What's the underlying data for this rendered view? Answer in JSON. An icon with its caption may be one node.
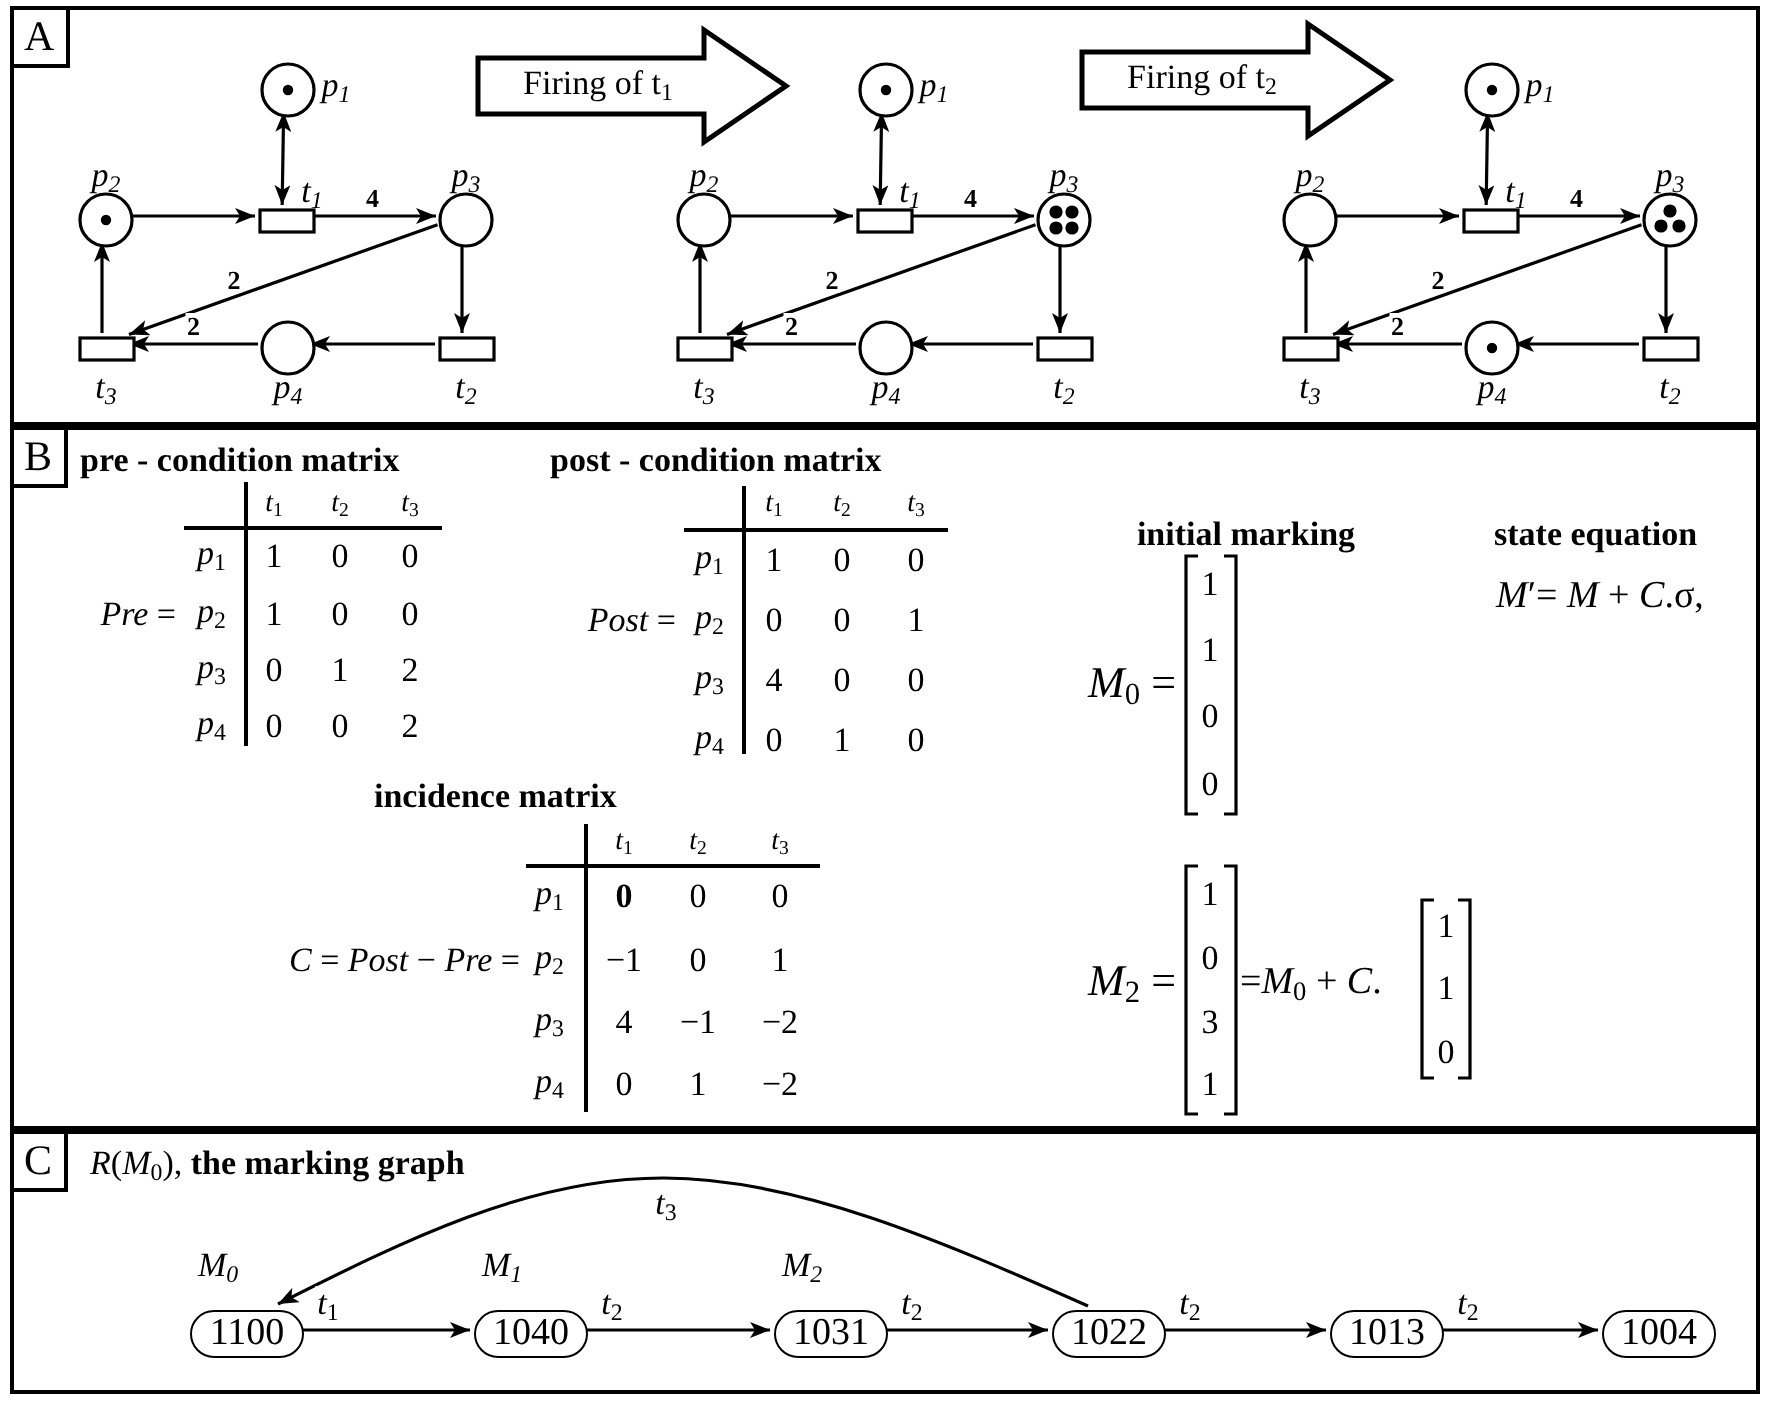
{
  "diagram": {
    "nodes": [
      {
        "text": [
          "A"
        ]
      },
      {
        "text": [
          "*p*$_{1}$"
        ],
        "in": 0
      },
      {
        "text": [
          "*p*$_{2}$"
        ],
        "in": 0
      },
      {
        "text": [
          "*t*$_{1}$"
        ],
        "in": 0
      },
      {
        "text": [
          "*p*$_{3}$"
        ],
        "in": 0
      },
      {
        "text": [
          "*t*$_{3}$"
        ],
        "in": 0
      },
      {
        "text": [
          "*p*$_{4}$"
        ],
        "in": 0
      },
      {
        "text": [
          "*t*$_{2}$"
        ],
        "in": 0
      },
      {
        "text": [
          "Firing of t$_{1}$"
        ],
        "in": 0
      },
      {
        "text": [
          "*p*$_{1}$"
        ],
        "in": 0
      },
      {
        "text": [
          "*p*$_{2}$"
        ],
        "in": 0
      },
      {
        "text": [
          "*t*$_{1}$"
        ],
        "in": 0
      },
      {
        "text": [
          "*p*$_{3}$"
        ],
        "in": 0
      },
      {
        "text": [
          "*t*$_{3}$"
        ],
        "in": 0
      },
      {
        "text": [
          "*p*$_{4}$"
        ],
        "in": 0
      },
      {
        "text": [
          "*t*$_{2}$"
        ],
        "in": 0
      },
      {
        "text": [
          "Firing of t$_{2}$"
        ],
        "in": 0
      },
      {
        "text": [
          "*p*$_{1}$"
        ],
        "in": 0
      },
      {
        "text": [
          "*p*$_{2}$"
        ],
        "in": 0
      },
      {
        "text": [
          "*t*$_{1}$"
        ],
        "in": 0
      },
      {
        "text": [
          "*p*$_{3}$"
        ],
        "in": 0
      },
      {
        "text": [
          "*t*$_{3}$"
        ],
        "in": 0
      },
      {
        "text": [
          "*p*$_{4}$"
        ],
        "in": 0
      },
      {
        "text": [
          "*t*$_{2}$"
        ],
        "in": 0
      },
      {
        "text": [
          "B"
        ]
      },
      {
        "text": [
          "C",
          "*R*(*M*$_{0}$), **the marking graph**"
        ]
      },
      {
        "text": [
          "1100"
        ],
        "in": 25,
        "beside": [
          "*M*$_{0}$"
        ]
      },
      {
        "text": [
          "1040"
        ],
        "in": 25,
        "beside": [
          "*M*$_{1}$"
        ]
      },
      {
        "text": [
          "1031"
        ],
        "in": 25,
        "beside": [
          "*M*$_{2}$"
        ]
      },
      {
        "text": [
          "1022"
        ],
        "in": 25
      },
      {
        "text": [
          "1013"
        ],
        "in": 25
      },
      {
        "text": [
          "1004"
        ],
        "in": 25
      }
    ],
    "edges": [
      {
        "from": 1,
        "to": 3,
        "arrow": "both"
      },
      {
        "from": 2,
        "to": 3,
        "arrow": "to"
      },
      {
        "from": 3,
        "to": 4,
        "label": "4",
        "arrow": "to"
      },
      {
        "from": 4,
        "to": 7,
        "arrow": "to"
      },
      {
        "from": 7,
        "to": 6,
        "arrow": "to"
      },
      {
        "from": 6,
        "to": 5,
        "label": "2",
        "arrow": "to"
      },
      {
        "from": 4,
        "to": 5,
        "label": "2",
        "arrow": "to"
      },
      {
        "from": 5,
        "to": 2,
        "arrow": "to"
      },
      {
        "from": 9,
        "to": 11,
        "arrow": "both"
      },
      {
        "from": 10,
        "to": 11,
        "arrow": "to"
      },
      {
        "from": 11,
        "to": 12,
        "label": "4",
        "arrow": "to"
      },
      {
        "from": 12,
        "to": 15,
        "arrow": "to"
      },
      {
        "from": 15,
        "to": 14,
        "arrow": "to"
      },
      {
        "from": 14,
        "to": 13,
        "label": "2",
        "arrow": "to"
      },
      {
        "from": 12,
        "to": 13,
        "label": "2",
        "arrow": "to"
      },
      {
        "from": 13,
        "to": 10,
        "arrow": "to"
      },
      {
        "from": 17,
        "to": 19,
        "arrow": "both"
      },
      {
        "from": 18,
        "to": 19,
        "arrow": "to"
      },
      {
        "from": 19,
        "to": 20,
        "label": "4",
        "arrow": "to"
      },
      {
        "from": 20,
        "to": 23,
        "arrow": "to"
      },
      {
        "from": 23,
        "to": 22,
        "arrow": "to"
      },
      {
        "from": 22,
        "to": 21,
        "label": "2",
        "arrow": "to"
      },
      {
        "from": 20,
        "to": 21,
        "label": "2",
        "arrow": "to"
      },
      {
        "from": 21,
        "to": 18,
        "arrow": "to"
      },
      {
        "from": 26,
        "to": 27,
        "label": "*t*$_{1}$",
        "arrow": "to"
      },
      {
        "from": 27,
        "to": 28,
        "label": "*t*$_{2}$",
        "arrow": "to"
      },
      {
        "from": 28,
        "to": 29,
        "label": "*t*$_{2}$",
        "arrow": "to"
      },
      {
        "from": 29,
        "to": 30,
        "label": "*t*$_{2}$",
        "arrow": "to"
      },
      {
        "from": 30,
        "to": 31,
        "label": "*t*$_{2}$",
        "arrow": "to"
      },
      {
        "from": 29,
        "to": 26,
        "label": "*t*$_{3}$",
        "arrow": "to"
      }
    ],
    "labels": [
      "pre - condition matrix",
      "*t*$_{1}$",
      "*t*$_{2}$",
      "*t*$_{3}$",
      "*p*$_{1}$",
      "1",
      "0",
      "0",
      "*Pre* =",
      "*p*$_{2}$",
      "1",
      "0",
      "0",
      "*p*$_{3}$",
      "0",
      "1",
      "2",
      "*p*$_{4}$",
      "0",
      "0",
      "2",
      "post - condition matrix",
      "*t*$_{1}$",
      "*t*$_{2}$",
      "*t*$_{3}$",
      "*p*$_{1}$",
      "1",
      "0",
      "0",
      "*Post* =",
      "*p*$_{2}$",
      "0",
      "0",
      "1",
      "*p*$_{3}$",
      "4",
      "0",
      "0",
      "*p*$_{4}$",
      "0",
      "1",
      "0",
      "incidence matrix",
      "*t*$_{1}$",
      "*t*$_{2}$",
      "*t*$_{3}$",
      "*p*$_{1}$",
      "0",
      "0",
      "0",
      "*C* = *Post* − *Pre* =",
      "*p*$_{2}$",
      "−1",
      "0",
      "1",
      "*p*$_{3}$",
      "4",
      "−1",
      "−2",
      "*p*$_{4}$",
      "0",
      "1",
      "−2",
      "initial marking",
      "*M*$_{0}$ =",
      "1",
      "1",
      "0",
      "0",
      "state equation",
      "*M*′= *M* + *C*.σ,",
      "*M*$_{2}$ =",
      "1",
      "0",
      "3",
      "1",
      "=*M*$_{0}$ + *C*.",
      "1",
      "1",
      "0"
    ]
  }
}
